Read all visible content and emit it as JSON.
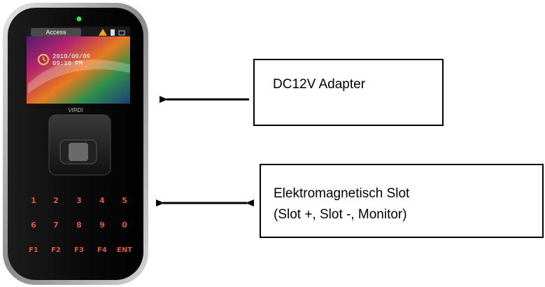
{
  "device": {
    "screen": {
      "tab_label": "Access",
      "date": "2010/09/09",
      "time": "09:10 PM"
    },
    "brand": "VIRDI",
    "keypad": [
      [
        "1",
        "2",
        "3",
        "4",
        "5"
      ],
      [
        "6",
        "7",
        "8",
        "9",
        "0"
      ],
      [
        "F1",
        "F2",
        "F3",
        "F4",
        "ENT"
      ]
    ],
    "colors": {
      "body": "#0d0d0d",
      "bezel": "#c0c0c0",
      "key_glow": "#e0563a",
      "led": "#3ddc4a"
    }
  },
  "callouts": {
    "adapter": {
      "label": "DC12V Adapter",
      "arrow": "single-left"
    },
    "slot": {
      "line1": "Elektromagnetisch Slot",
      "line2": "(Slot +, Slot -, Monitor)",
      "arrow": "double"
    }
  }
}
